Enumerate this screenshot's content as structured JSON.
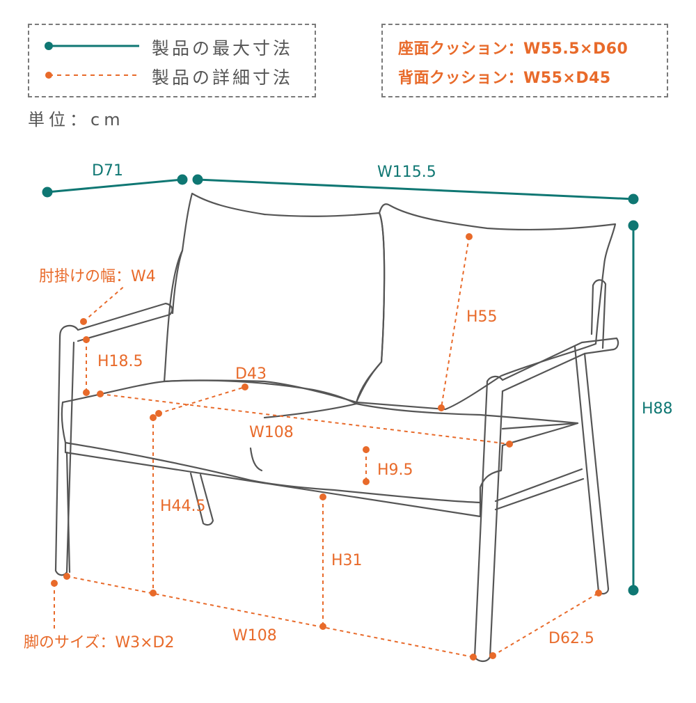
{
  "legend": {
    "max_dimension": "製品の最大寸法",
    "detail_dimension": "製品の詳細寸法"
  },
  "cushions": {
    "seat": "座面クッション：W55.5×D60",
    "back": "背面クッション：W55×D45"
  },
  "unit": "単位：cm",
  "dimensions": {
    "d71": "D71",
    "w115": "W115.5",
    "h88": "H88",
    "arm_width": "肘掛けの幅：W4",
    "h18": "H18.5",
    "d43": "D43",
    "h55": "H55",
    "w108_seat": "W108",
    "h9": "H9.5",
    "h44": "H44.5",
    "h31": "H31",
    "leg_size": "脚のサイズ：W3×D2",
    "w108_base": "W108",
    "d62": "D62.5"
  },
  "colors": {
    "teal": "#0f7773",
    "orange": "#e86a2a",
    "line": "#555555"
  }
}
